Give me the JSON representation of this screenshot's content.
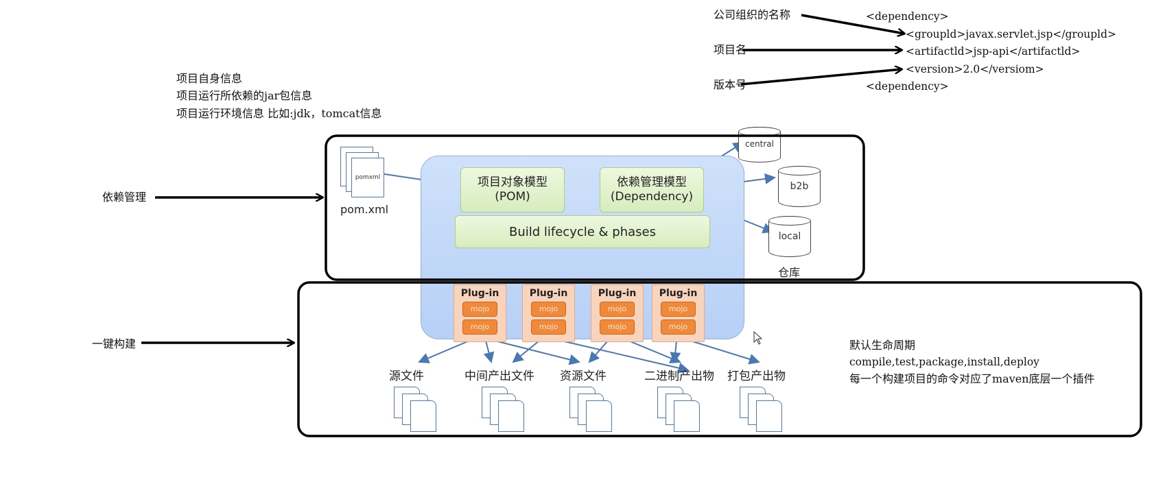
{
  "top_notes": {
    "line1": "项目自身信息",
    "line2": "项目运行所依赖的jar包信息",
    "line3": "项目运行环境信息 比如:jdk，tomcat信息"
  },
  "xml_labels": {
    "org_name": "公司组织的名称",
    "project_name": "项目名",
    "version": "版本号"
  },
  "xml_code": {
    "open": "<dependency>",
    "group": "<groupld>javax.servlet.jsp</groupld>",
    "artifact": "<artifactld>jsp-api</artifactld>",
    "version": "<version>2.0</versiom>",
    "close": "<dependency>"
  },
  "side_labels": {
    "dependency_mgmt": "依赖管理",
    "one_click_build": "一键构建"
  },
  "lifecycle_notes": {
    "title": "默认生命周期",
    "phases": "compile,test,package,install,deploy",
    "note": "每一个构建项目的命令对应了maven底层一个插件"
  },
  "diagram": {
    "pom_file_icon_text": "pomxml",
    "pom_file_label": "pom.xml",
    "pom_model_line1": "项目对象模型",
    "pom_model_line2": "(POM)",
    "dep_model_line1": "依赖管理模型",
    "dep_model_line2": "(Dependency)",
    "build_lifecycle": "Build lifecycle & phases",
    "plugins": [
      {
        "label": "Plug-in",
        "mojo1": "mojo",
        "mojo2": "mojo"
      },
      {
        "label": "Plug-in",
        "mojo1": "mojo",
        "mojo2": "mojo"
      },
      {
        "label": "Plug-in",
        "mojo1": "mojo",
        "mojo2": "mojo"
      },
      {
        "label": "Plug-in",
        "mojo1": "mojo",
        "mojo2": "mojo"
      }
    ],
    "repos": {
      "central": "central",
      "b2b": "b2b",
      "local": "local",
      "label": "仓库"
    },
    "outputs": [
      "源文件",
      "中间产出文件",
      "资源文件",
      "二进制产出物",
      "打包产出物"
    ]
  },
  "colors": {
    "annotation_line": "#000000",
    "diagram_arrow": "#4a78b5",
    "mojo_fill": "#f08a3a",
    "panel_blue": "#b7d0f6",
    "model_green": "#d7ecbd"
  }
}
